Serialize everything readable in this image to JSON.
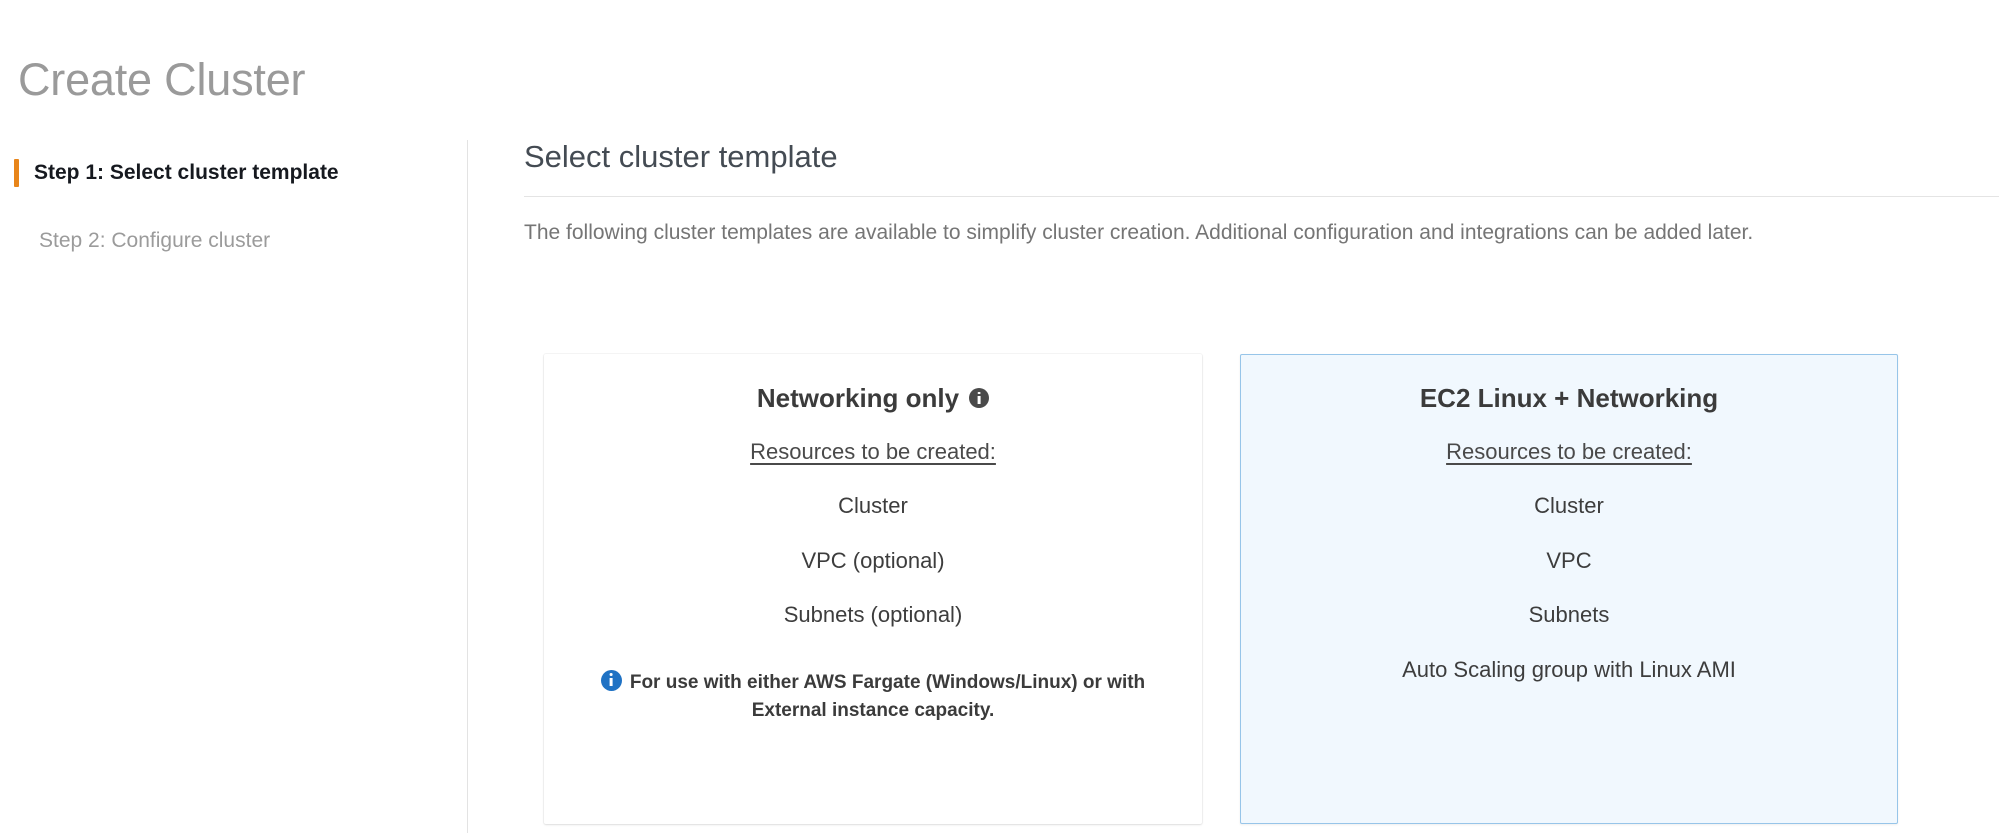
{
  "page": {
    "title": "Create Cluster"
  },
  "sidebar": {
    "steps": [
      {
        "label": "Step 1: Select cluster template",
        "state": "active"
      },
      {
        "label": "Step 2: Configure cluster",
        "state": "inactive"
      }
    ],
    "accent_color": "#e8851a"
  },
  "main": {
    "heading": "Select cluster template",
    "description": "The following cluster templates are available to simplify cluster creation. Additional configuration and integrations can be added later."
  },
  "templates": [
    {
      "title": "Networking only",
      "title_icon": "info-icon",
      "selected": false,
      "resources_heading": "Resources to be created:",
      "resources": [
        "Cluster",
        "VPC (optional)",
        "Subnets (optional)"
      ],
      "note_icon": "info-icon",
      "note": "For use with either AWS Fargate (Windows/Linux) or with External instance capacity."
    },
    {
      "title": "EC2 Linux + Networking",
      "title_icon": null,
      "selected": true,
      "resources_heading": "Resources to be created:",
      "resources": [
        "Cluster",
        "VPC",
        "Subnets",
        "Auto Scaling group with Linux AMI"
      ],
      "note_icon": null,
      "note": null
    }
  ],
  "colors": {
    "page_title": "#9a9a9a",
    "accent_orange": "#e8851a",
    "selected_card_bg": "#f1f8fe",
    "selected_card_border": "#97c5e9",
    "note_icon_blue": "#1f72c4"
  }
}
